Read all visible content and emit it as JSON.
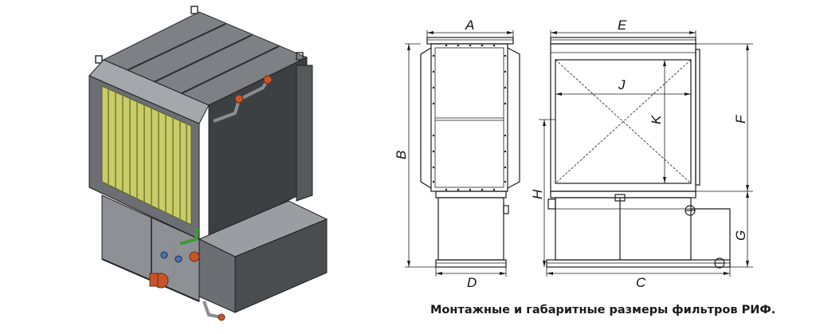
{
  "caption": "Монтажные и габаритные размеры фильтров РИФ.",
  "dimensions": {
    "A": "A",
    "B": "B",
    "C": "C",
    "D": "D",
    "E": "E",
    "F": "F",
    "G": "G",
    "H": "H",
    "J": "J",
    "K": "K"
  },
  "colors": {
    "body_dark": "#3d4043",
    "body_mid": "#6b6f73",
    "body_light": "#9a9ea2",
    "filter_panel": "#c9cc6a",
    "fitting_orange": "#c8552a",
    "pipe_green": "#3f9a3a",
    "line": "#1a1a1a"
  }
}
